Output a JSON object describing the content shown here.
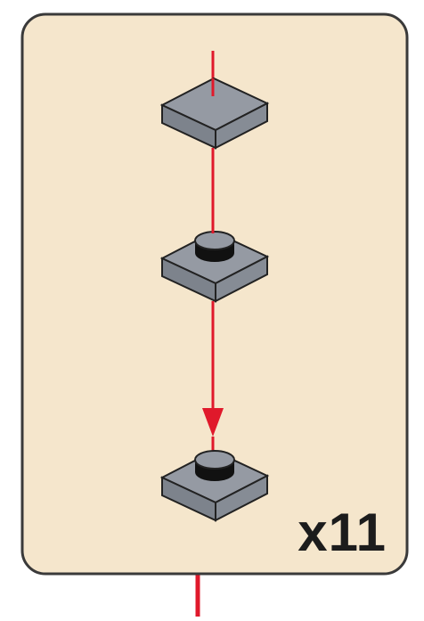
{
  "step": {
    "quantity_label": "x11"
  },
  "pieces": [
    {
      "name": "plate-1x1-tile",
      "icon": "tile-1x1-icon"
    },
    {
      "name": "plate-1x1-stud",
      "icon": "plate-1x1-icon"
    },
    {
      "name": "plate-1x1-stud",
      "icon": "plate-1x1-icon"
    }
  ],
  "colors": {
    "panel_fill": "#f5e6cc",
    "panel_border": "#3a3a3a",
    "brick_top": "#959aa3",
    "brick_side": "#7d838c",
    "brick_outline": "#222222",
    "stud_dark": "#111111",
    "arrow_red": "#e0192b"
  }
}
